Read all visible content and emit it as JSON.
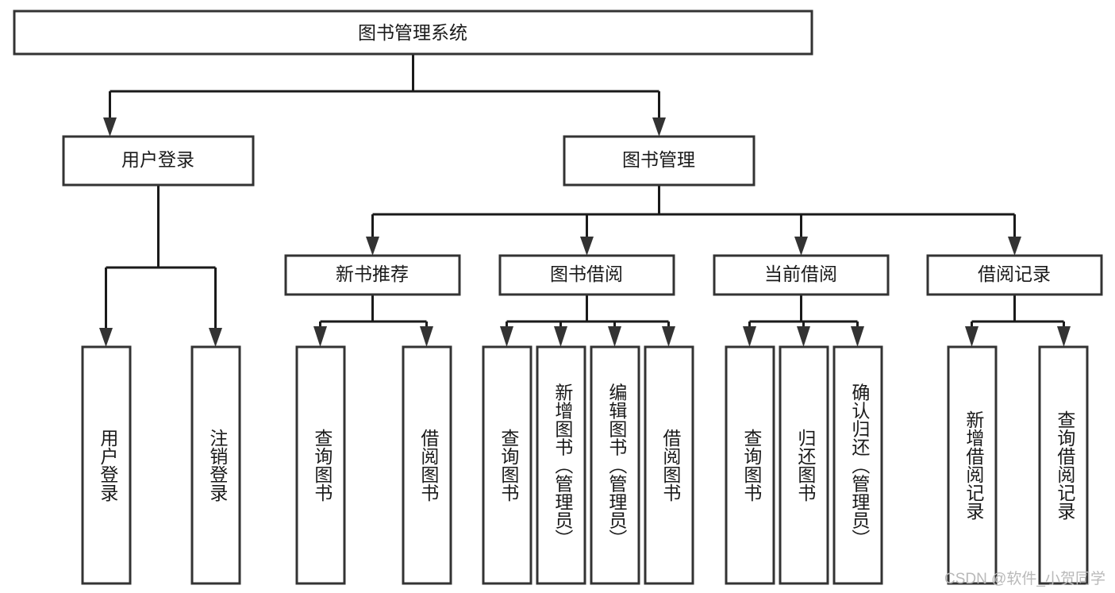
{
  "diagram": {
    "title": "图书管理系统",
    "type": "tree-hierarchy-diagram",
    "root": {
      "id": "root",
      "label": "图书管理系统"
    },
    "level2": [
      {
        "id": "user-login",
        "label": "用户登录"
      },
      {
        "id": "book-management",
        "label": "图书管理"
      }
    ],
    "level3": [
      {
        "id": "new-book-recommend",
        "label": "新书推荐",
        "parent": "book-management"
      },
      {
        "id": "book-borrow",
        "label": "图书借阅",
        "parent": "book-management"
      },
      {
        "id": "current-borrow",
        "label": "当前借阅",
        "parent": "book-management"
      },
      {
        "id": "borrow-record",
        "label": "借阅记录",
        "parent": "book-management"
      }
    ],
    "leaves": {
      "user-login": [
        {
          "id": "leaf-user-login",
          "label": "用户登录"
        },
        {
          "id": "leaf-logout-login",
          "label": "注销登录"
        }
      ],
      "new-book-recommend": [
        {
          "id": "leaf-query-book-1",
          "label": "查询图书"
        },
        {
          "id": "leaf-borrow-book-1",
          "label": "借阅图书"
        }
      ],
      "book-borrow": [
        {
          "id": "leaf-query-book-2",
          "label": "查询图书"
        },
        {
          "id": "leaf-add-book",
          "label": "新增图书（管理员）"
        },
        {
          "id": "leaf-edit-book",
          "label": "编辑图书（管理员）"
        },
        {
          "id": "leaf-borrow-book-2",
          "label": "借阅图书"
        }
      ],
      "current-borrow": [
        {
          "id": "leaf-query-book-3",
          "label": "查询图书"
        },
        {
          "id": "leaf-return-book",
          "label": "归还图书"
        },
        {
          "id": "leaf-confirm-return",
          "label": "确认归还（管理员）"
        }
      ],
      "borrow-record": [
        {
          "id": "leaf-add-record",
          "label": "新增借阅记录"
        },
        {
          "id": "leaf-query-record",
          "label": "查询借阅记录"
        }
      ]
    }
  },
  "watermark": {
    "text": "CSDN @软件_小贺同学"
  },
  "colors": {
    "background": "#ffffff",
    "box_fill": "#ffffff",
    "box_stroke": "#333333",
    "edge_stroke": "#1a1a1a",
    "text": "#1a1a1a",
    "watermark": "#b9b9b9"
  }
}
